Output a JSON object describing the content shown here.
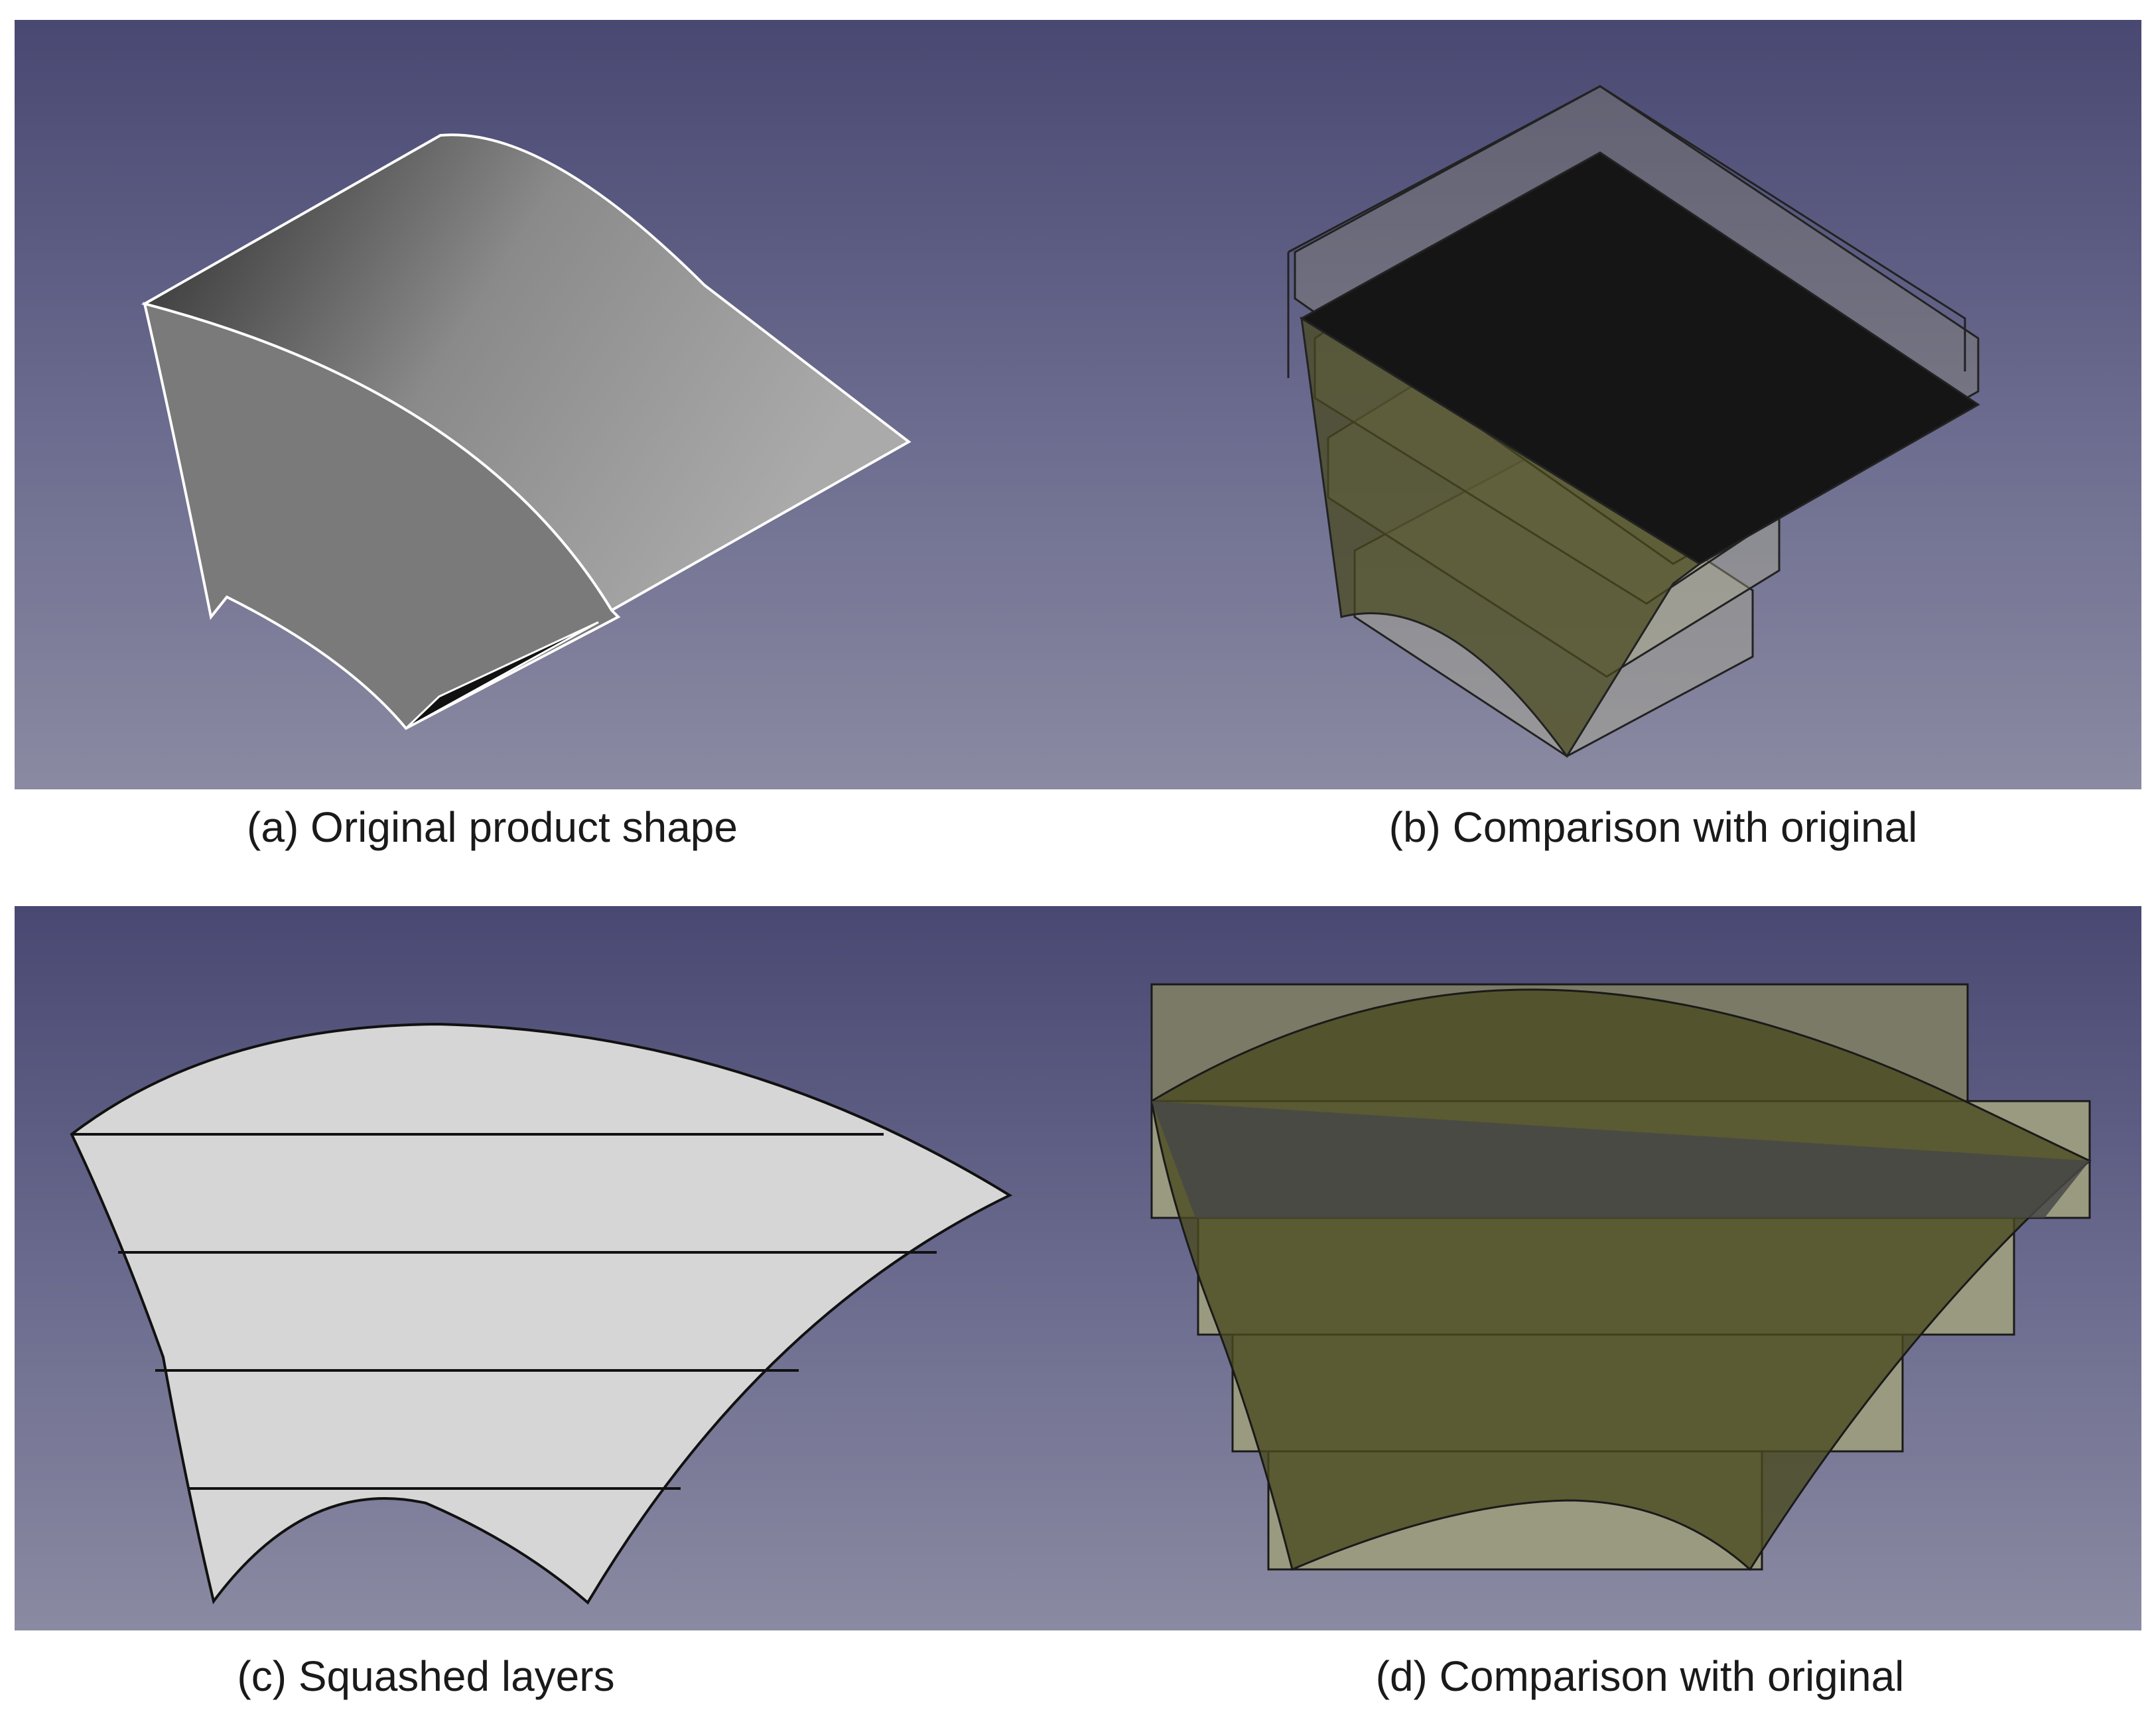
{
  "figure": {
    "panels": [
      {
        "id": "a",
        "caption": "(a) Original product shape"
      },
      {
        "id": "b",
        "caption": "(b) Comparison with original"
      },
      {
        "id": "c",
        "caption": "(c) Squashed layers"
      },
      {
        "id": "d",
        "caption": "(d) Comparison with original"
      }
    ]
  },
  "colors": {
    "viewport_top": "#484872",
    "viewport_bottom": "#8a8aa2",
    "shape_light": "#a6a6a6",
    "shape_dark": "#7c7c7c",
    "layer_fill": "#d6d6d6",
    "box_olive": "#b8b890",
    "solid_olive": "#4a4a1f"
  }
}
